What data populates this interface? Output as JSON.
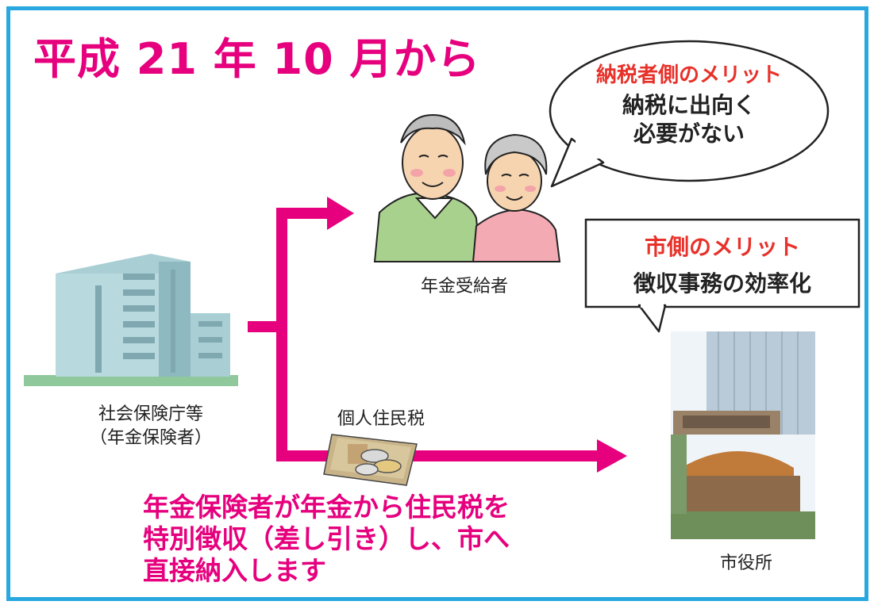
{
  "title": "平成 21 年 10 月から",
  "agency": {
    "line1": "社会保険庁等",
    "line2": "（年金保険者）"
  },
  "recipients_label": "年金受給者",
  "cityhall_label": "市役所",
  "tax_label": "個人住民税",
  "bubble_taxpayer": {
    "heading": "納税者側のメリット",
    "line1": "納税に出向く",
    "line2": "必要がない"
  },
  "bubble_city": {
    "heading": "市側のメリット",
    "line1": "徴収事務の効率化"
  },
  "bottom_note": {
    "line1": "年金保険者が年金から住民税を",
    "line2": "特別徴収（差し引き）し、市へ",
    "line3": "直接納入します"
  },
  "colors": {
    "frame": "#29a8e0",
    "accent_magenta": "#e6007e",
    "accent_red": "#e8312a"
  }
}
